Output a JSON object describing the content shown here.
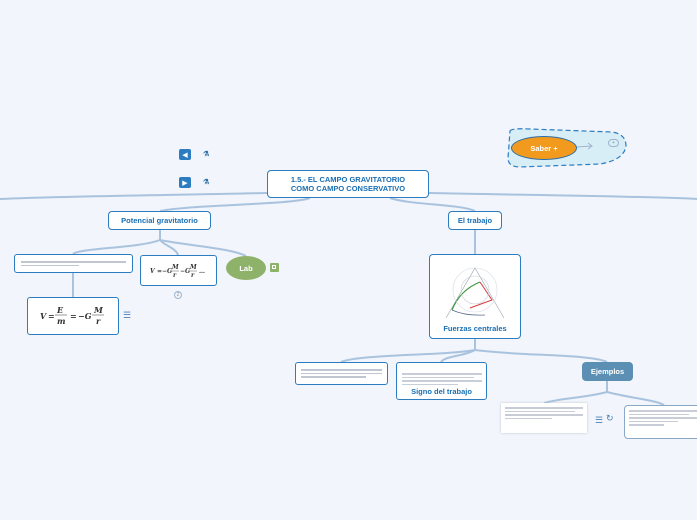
{
  "root": {
    "title": "1.5.-  EL CAMPO GRAVITATORIO\nCOMO CAMPO CONSERVATIVO"
  },
  "nodes": {
    "potencial": "Potencial gravitatorio",
    "trabajo": "El trabajo",
    "fuerzas": "Fuerzas centrales",
    "signo": "Signo del trabajo",
    "ejemplos": "Ejemplos",
    "lab": "Lab",
    "saber": "Saber +"
  },
  "colors": {
    "accent": "#2b7cc0",
    "lab": "#8fb26a",
    "saber": "#f29a1e",
    "ejemplos": "#5b8fb3",
    "link": "#a9c3de"
  },
  "icons": {
    "prev": "arrow-left-icon",
    "next": "arrow-right-icon",
    "note": "note-icon",
    "external": "external-link-icon"
  }
}
